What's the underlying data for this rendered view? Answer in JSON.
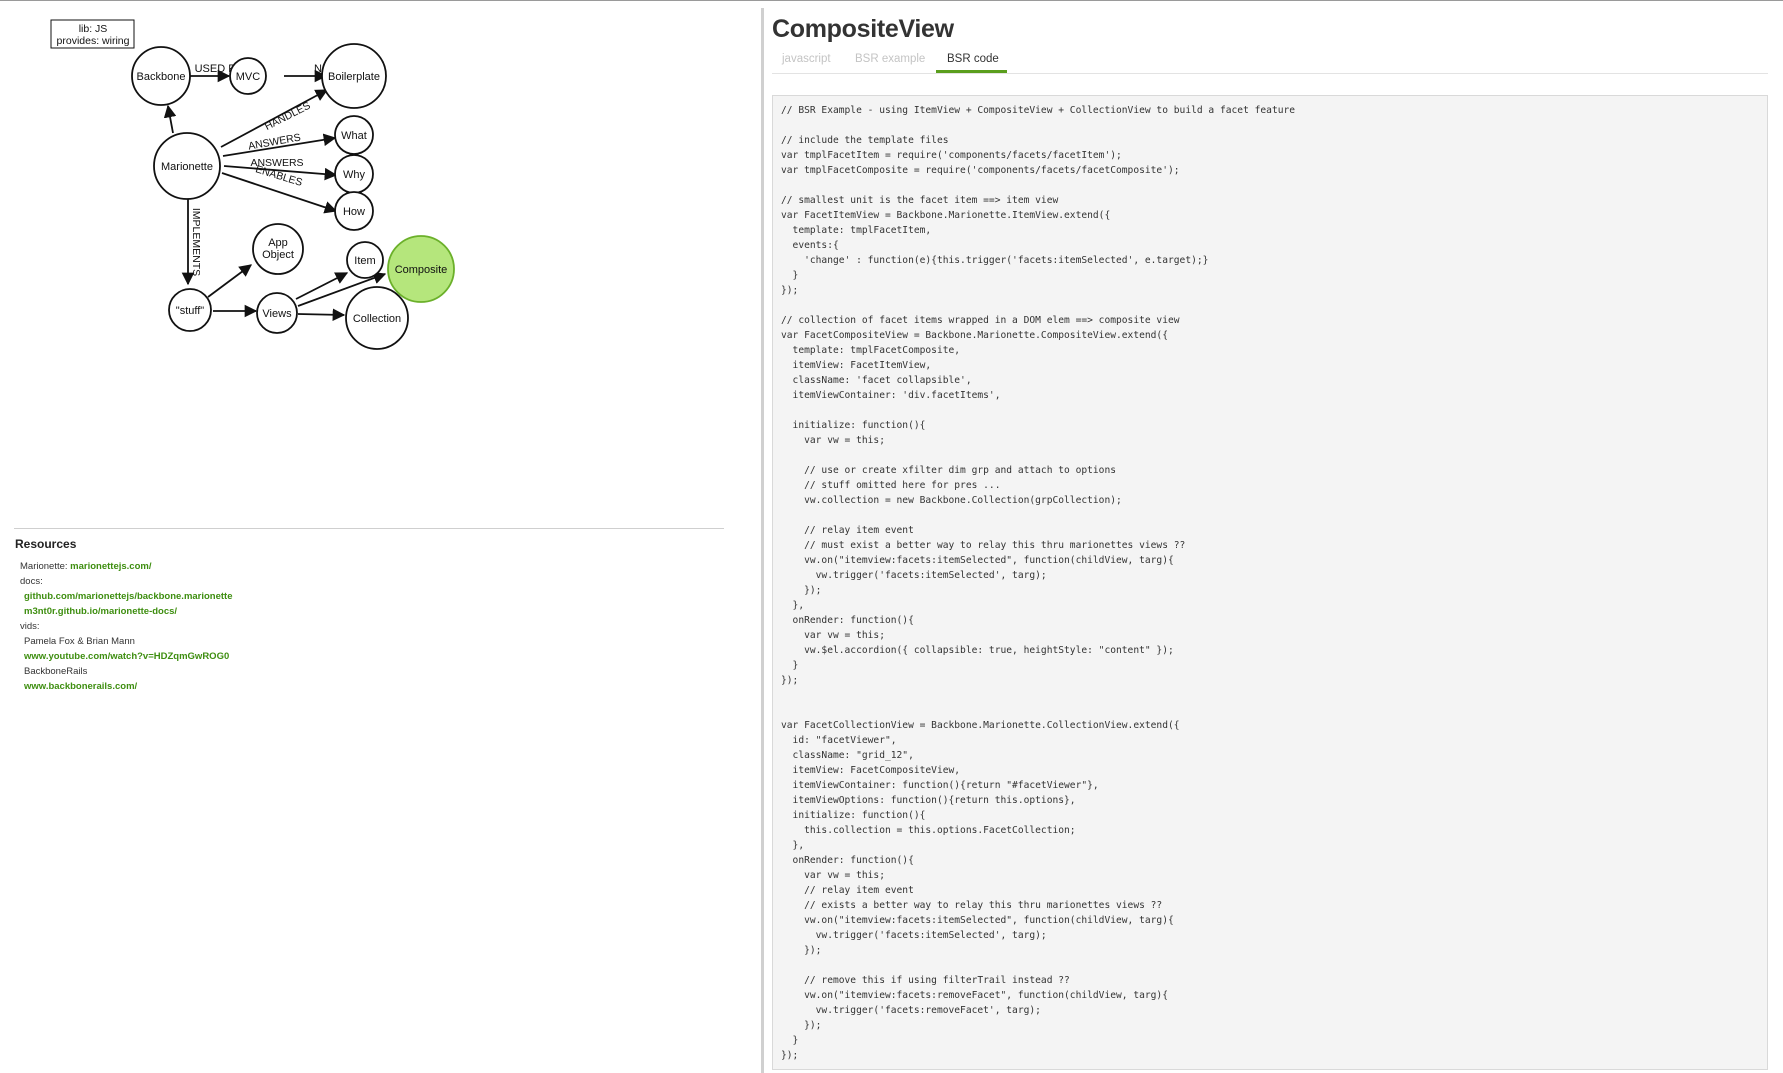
{
  "diagram": {
    "note": [
      "lib: JS",
      "provides: wiring"
    ],
    "nodes": {
      "backbone": "Backbone",
      "mvc": "MVC",
      "boilerplate": "Boilerplate",
      "marionette": "Marionette",
      "what": "What",
      "why": "Why",
      "how": "How",
      "app_object": [
        "App",
        "Object"
      ],
      "stuff": "\"stuff\"",
      "views": "Views",
      "item": "Item",
      "composite": "Composite",
      "collection": "Collection"
    },
    "edges": {
      "used_for": "USED FOR",
      "needs": "NEEDS",
      "handles": "HANDLES",
      "answers_1": "ANSWERS",
      "answers_2": "ANSWERS",
      "enables": "ENABLES",
      "implements": "IMPLEMENTS"
    },
    "colors": {
      "highlight_fill": "#b5e67c",
      "highlight_stroke": "#6bb02a"
    }
  },
  "resources": {
    "title": "Resources",
    "marionette_label": "Marionette:",
    "marionette_link": "marionettejs.com/",
    "docs_label": "docs:",
    "docs_link_1": "github.com/marionettejs/backbone.marionette",
    "docs_link_2": "m3nt0r.github.io/marionette-docs/",
    "vids_label": "vids:",
    "vid_1_title": "Pamela Fox & Brian Mann",
    "vid_1_link": "www.youtube.com/watch?v=HDZqmGwROG0",
    "vid_2_title": "BackboneRails",
    "vid_2_link": "www.backbonerails.com/",
    "link_color": "#3e8e10"
  },
  "page": {
    "title": "CompositeView",
    "tabs": [
      "javascript",
      "BSR example",
      "BSR code"
    ],
    "active_tab": "BSR code",
    "accent_color": "#5a9e1d"
  },
  "code": "// BSR Example - using ItemView + CompositeView + CollectionView to build a facet feature\n\n// include the template files\nvar tmplFacetItem = require('components/facets/facetItem');\nvar tmplFacetComposite = require('components/facets/facetComposite');\n\n// smallest unit is the facet item ==> item view\nvar FacetItemView = Backbone.Marionette.ItemView.extend({\n  template: tmplFacetItem,\n  events:{\n    'change' : function(e){this.trigger('facets:itemSelected', e.target);}\n  }\n});\n\n// collection of facet items wrapped in a DOM elem ==> composite view\nvar FacetCompositeView = Backbone.Marionette.CompositeView.extend({\n  template: tmplFacetComposite,\n  itemView: FacetItemView,\n  className: 'facet collapsible',\n  itemViewContainer: 'div.facetItems',\n\n  initialize: function(){\n    var vw = this;\n\n    // use or create xfilter dim grp and attach to options\n    // stuff omitted here for pres ...\n    vw.collection = new Backbone.Collection(grpCollection);\n\n    // relay item event\n    // must exist a better way to relay this thru marionettes views ??\n    vw.on(\"itemview:facets:itemSelected\", function(childView, targ){\n      vw.trigger('facets:itemSelected', targ);\n    });\n  },\n  onRender: function(){\n    var vw = this;\n    vw.$el.accordion({ collapsible: true, heightStyle: \"content\" });\n  }\n});\n\n\nvar FacetCollectionView = Backbone.Marionette.CollectionView.extend({\n  id: \"facetViewer\",\n  className: \"grid_12\",\n  itemView: FacetCompositeView,\n  itemViewContainer: function(){return \"#facetViewer\"},\n  itemViewOptions: function(){return this.options},\n  initialize: function(){\n    this.collection = this.options.FacetCollection;\n  },\n  onRender: function(){\n    var vw = this;\n    // relay item event\n    // exists a better way to relay this thru marionettes views ??\n    vw.on(\"itemview:facets:itemSelected\", function(childView, targ){\n      vw.trigger('facets:itemSelected', targ);\n    });\n\n    // remove this if using filterTrail instead ??\n    vw.on(\"itemview:facets:removeFacet\", function(childView, targ){\n      vw.trigger('facets:removeFacet', targ);\n    });\n  }\n});"
}
